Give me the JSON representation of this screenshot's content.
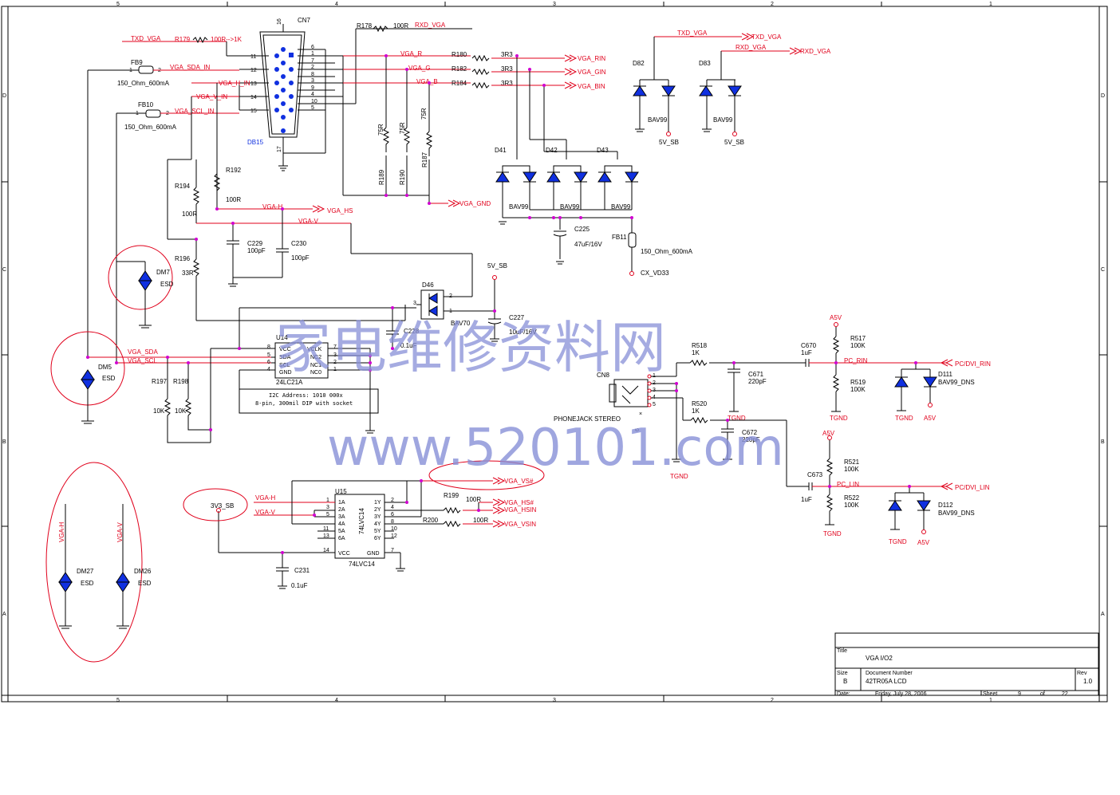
{
  "frame": {
    "col_labels": [
      "5",
      "4",
      "3",
      "2",
      "1"
    ],
    "row_labels": [
      "D",
      "C",
      "B",
      "A"
    ]
  },
  "title_block": {
    "title_label": "Title",
    "title": "VGA   I/O2",
    "size_label": "Size",
    "size": "B",
    "doc_label": "Document Number",
    "doc": "42TR05A LCD",
    "rev_label": "Rev",
    "rev": "1.0",
    "date_label": "Date:",
    "date": "Friday, July 28, 2006",
    "sheet_label": "Sheet",
    "sheet": "9",
    "of_label": "of",
    "total": "22"
  },
  "watermark": {
    "cn": "家电维修资料网",
    "url": "www.520101.com"
  },
  "nets": {
    "txd_vga": "TXD_VGA",
    "rxd_vga": "RXD_VGA",
    "vga_sda_in": "VGA_SDA_IN",
    "vga_scl_in": "VGA_SCL_IN",
    "vga_v_in": "VGA_V_IN",
    "vga_h_in": "VGA_H_IN",
    "vga_r": "VGA_R",
    "vga_g": "VGA_G",
    "vga_b": "VGA_B",
    "vga_rin": "VGA_RIN",
    "vga_gin": "VGA_GIN",
    "vga_bin": "VGA_BIN",
    "vga_gnd": "VGA_GND",
    "vga_h": "VGA-H",
    "vga_v": "VGA-V",
    "vga_hs": "VGA_HS",
    "vga_sda": "VGA_SDA",
    "vga_scl": "VGA_SCL",
    "vga_vs": "VGA_VS#",
    "vga_hs2": "VGA_HS#",
    "vga_hsin": "VGA_HSIN",
    "vga_vsin": "VGA_VSIN",
    "pc_rin": "PC_RIN",
    "pc_lin": "PC_LIN",
    "pc_dvi_rin": "PC/DVI_RIN",
    "pc_dvi_lin": "PC/DVI_LIN",
    "sb5v": "5V_SB",
    "sb3v3": "3V3_SB",
    "a5v": "A5V",
    "tgnd": "TGND",
    "cx_vd33": "CX_VD33",
    "r100_1k": "100R-->1K"
  },
  "components": {
    "cn7": "CN7",
    "db15": "DB15",
    "r179": "R179",
    "r178": "R178",
    "r178_val": "100R",
    "fb9": "FB9",
    "fb10": "FB10",
    "fb11": "FB11",
    "fb_val": "150_Ohm_600mA",
    "r180": "R180",
    "r182": "R182",
    "r184": "R184",
    "r3r3": "3R3",
    "r189": "R189",
    "r190": "R190",
    "r187": "R187",
    "r75": "75R",
    "d41": "D41",
    "d42": "D42",
    "d43": "D43",
    "d82": "D82",
    "d83": "D83",
    "bav99": "BAV99",
    "bav70": "BAV70",
    "bav99_dns": "BAV99_DNS",
    "c225": "C225",
    "c225_val": "47uF/16V",
    "r192": "R192",
    "r194": "R194",
    "r196": "R196",
    "r100": "100R",
    "r33": "33R",
    "c229": "C229",
    "c230": "C230",
    "c100p": "100pF",
    "dm7": "DM7",
    "dm5": "DM5",
    "dm27": "DM27",
    "dm26": "DM26",
    "esd": "ESD",
    "d46": "D46",
    "c227": "C227",
    "c227_val": "10uF/16V",
    "c228": "C228",
    "c01u": "0.1uF",
    "u14": "U14",
    "u14_part": "24LC21A",
    "u14_pins_l": [
      "VCC",
      "SDA",
      "SCL",
      "GND"
    ],
    "u14_pins_r": [
      "VCLK",
      "NC2",
      "NC1",
      "NC0"
    ],
    "i2c_note1": "I2C Address: 1010 000x",
    "i2c_note2": "8-pin, 300mil DIP with socket",
    "r197": "R197",
    "r198": "R198",
    "r10k": "10K",
    "u15": "U15",
    "u15_part": "74LVC14",
    "u15_pins_l": [
      "1A",
      "2A",
      "3A",
      "4A",
      "5A",
      "6A"
    ],
    "u15_pins_r": [
      "1Y",
      "2Y",
      "3Y",
      "4Y",
      "5Y",
      "6Y"
    ],
    "vcc": "VCC",
    "gnd": "GND",
    "r199": "R199",
    "r200": "R200",
    "c231": "C231",
    "cn8": "CN8",
    "phonejack": "PHONEJACK STEREO",
    "r518": "R518",
    "r520": "R520",
    "r1k": "1K",
    "c671": "C671",
    "c672": "C672",
    "c220p": "220pF",
    "c670": "C670",
    "c673": "C673",
    "c1u": "1uF",
    "r517": "R517",
    "r519": "R519",
    "r521": "R521",
    "r522": "R522",
    "r100k": "100K",
    "d111": "D111",
    "d112": "D112"
  }
}
